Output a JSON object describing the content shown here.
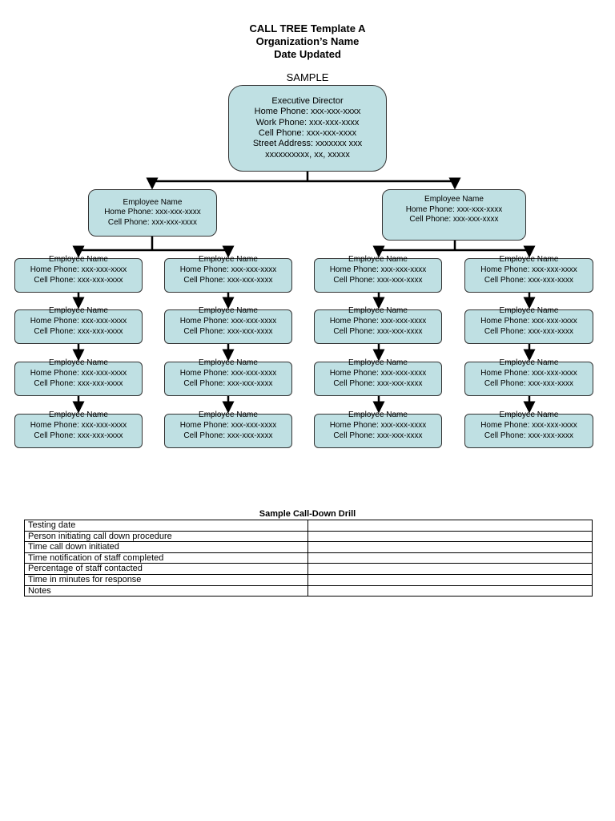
{
  "header": {
    "title": "CALL TREE Template A",
    "org": "Organization’s Name",
    "date": "Date Updated",
    "sample": "SAMPLE"
  },
  "executive": {
    "title": "Executive Director",
    "home": "Home Phone: xxx-xxx-xxxx",
    "work": "Work Phone: xxx-xxx-xxxx",
    "cell": "Cell Phone: xxx-xxx-xxxx",
    "street": "Street Address: xxxxxxx xxx",
    "city": "xxxxxxxxxx, xx, xxxxx"
  },
  "employee": {
    "name": "Employee Name",
    "home": "Home Phone: xxx-xxx-xxxx",
    "cell": "Cell Phone: xxx-xxx-xxxx"
  },
  "drill": {
    "title": "Sample Call-Down Drill",
    "rows": [
      "Testing date",
      "Person initiating call down procedure",
      "Time call down initiated",
      "Time notification of staff completed",
      "Percentage of staff contacted",
      "Time in minutes for response",
      "Notes"
    ]
  },
  "colors": {
    "box_fill": "#bfe0e3",
    "line": "#000000"
  }
}
